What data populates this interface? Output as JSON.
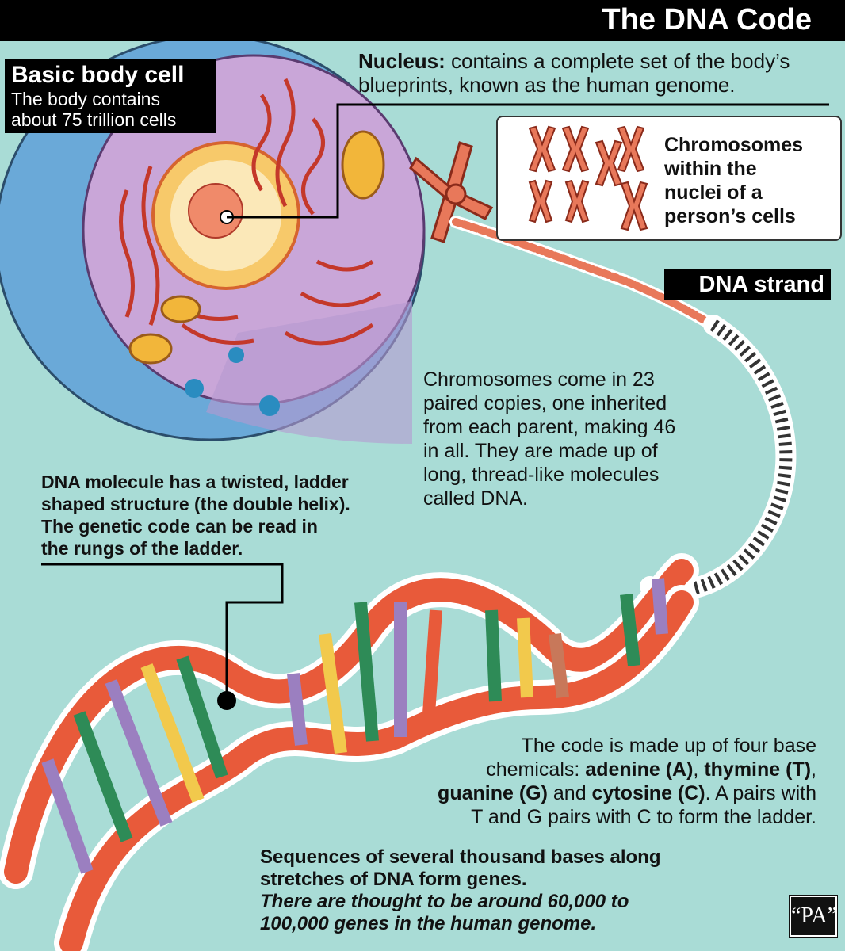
{
  "title": "The DNA Code",
  "cell": {
    "heading": "Basic body cell",
    "line1": "The body contains",
    "line2": "about 75 trillion cells"
  },
  "nucleus": {
    "label": "Nucleus:",
    "text": " contains a complete set of the body’s blueprints, known as the human genome."
  },
  "chromosomes_box": {
    "line1": "Chromosomes",
    "line2": "within the",
    "line3": "nuclei of a",
    "line4": "person’s cells"
  },
  "strand_label": "DNA strand",
  "chromosome_paragraph": {
    "line1": "Chromosomes come in 23",
    "line2": "paired copies, one inherited",
    "line3": "from each parent, making 46",
    "line4": "in all. They are made up of",
    "line5": "long, thread-like molecules",
    "line6": "called DNA."
  },
  "helix_paragraph": {
    "line1": "DNA molecule has a twisted, ladder",
    "line2": "shaped structure (the double helix).",
    "line3": "The genetic code can be read in",
    "line4": "the rungs of the ladder."
  },
  "bases_paragraph": {
    "intro": "The code is made up of four base",
    "chem_prefix": "chemicals: ",
    "adenine": "adenine (A)",
    "sep1": ", ",
    "thymine": "thymine (T)",
    "sep2": ",",
    "guanine": "guanine (G)",
    "and": " and ",
    "cytosine": "cytosine (C)",
    "pairs1": ". A pairs with",
    "pairs2": "T and G pairs with C to form the ladder."
  },
  "genes_paragraph": {
    "line1": "Sequences of several thousand bases along",
    "line2": "stretches of DNA form genes.",
    "line3": "There are thought to be around 60,000 to",
    "line4": "100,000 genes in the human genome."
  },
  "logo": "“PA”",
  "colors": {
    "background": "#a9dcd6",
    "helix_red": "#e85a3a",
    "adenine": "#2e8b57",
    "thymine": "#9b7fc0",
    "guanine": "#f2c94c",
    "cytosine": "#c8785a",
    "cell_blue": "#6aa9d8",
    "cytoplasm_purple": "#c9a6d8"
  }
}
